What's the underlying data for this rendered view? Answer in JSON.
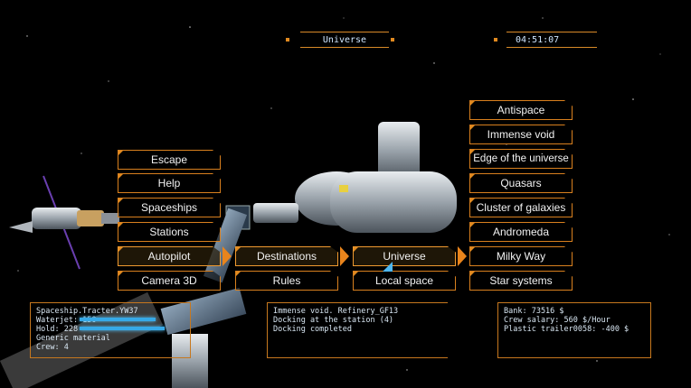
{
  "hud": {
    "title": "Universe",
    "clock": "04:51:07"
  },
  "colors": {
    "accent": "#e0821e",
    "panel_text": "#d8e6f2",
    "bar": "#36a9e8"
  },
  "main_menu": [
    "Escape",
    "Help",
    "Spaceships",
    "Stations",
    "Autopilot",
    "Camera 3D"
  ],
  "autopilot_menu": [
    "Destinations",
    "Rules"
  ],
  "destinations_menu": [
    "Universe",
    "Local space"
  ],
  "universe_menu": [
    "Antispace",
    "Immense void",
    "Edge of the universe",
    "Quasars",
    "Cluster of galaxies",
    "Andromeda",
    "Milky Way",
    "Star systems"
  ],
  "ship_panel": {
    "name": "Spaceship.Tracter.YW37",
    "waterjet": "Waterjet: 150",
    "waterjet_fill": 0.7,
    "hold": "Hold: 228",
    "hold_fill": 0.78,
    "material": "Generic material",
    "crew": "Crew: 4"
  },
  "status_panel": {
    "lines": [
      "Immense void. Refinery_GF13",
      "Docking at the station (4)",
      "Docking completed"
    ]
  },
  "bank_panel": {
    "lines": [
      "Bank: 73516 $",
      "Crew salary: 560 $/Hour",
      "Plastic trailer0058: -400 $"
    ]
  }
}
